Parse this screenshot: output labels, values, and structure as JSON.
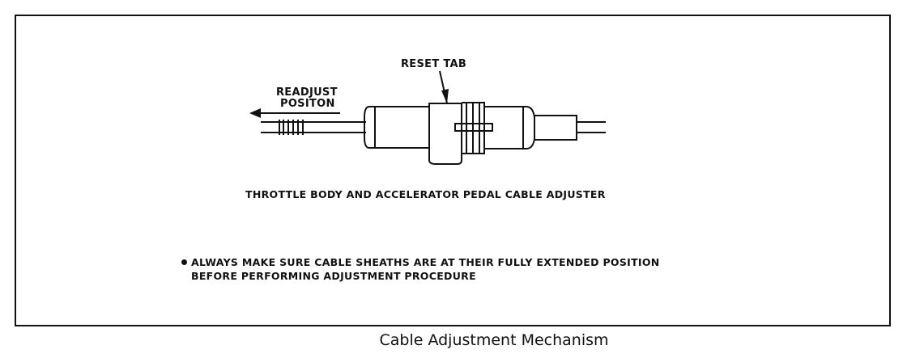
{
  "diagram": {
    "labels": {
      "reset_tab": "RESET TAB",
      "readjust_line1": "READJUST",
      "readjust_line2": "POSITON",
      "title": "THROTTLE BODY AND ACCELERATOR PEDAL CABLE ADJUSTER"
    },
    "note": {
      "line1": "ALWAYS MAKE SURE CABLE SHEATHS ARE AT THEIR FULLY EXTENDED POSITION",
      "line2": "BEFORE PERFORMING ADJUSTMENT PROCEDURE"
    }
  },
  "caption": "Cable Adjustment Mechanism"
}
